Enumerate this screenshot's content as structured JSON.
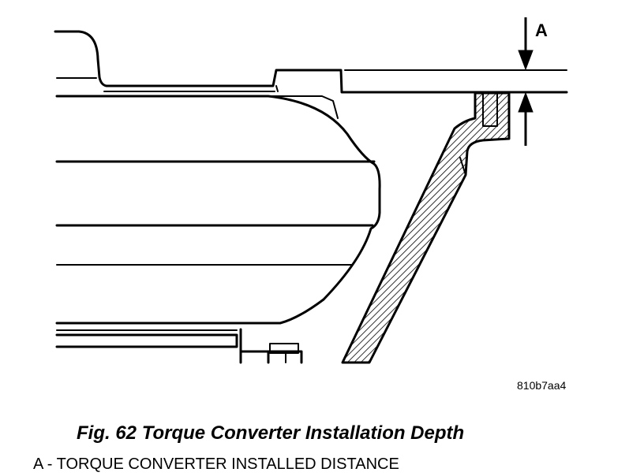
{
  "figure": {
    "dimension_label": "A",
    "code": "810b7aa4",
    "caption": "Fig. 62 Torque Converter Installation Depth",
    "legend": "A - TORQUE CONVERTER INSTALLED DISTANCE"
  },
  "colors": {
    "line": "#000000",
    "background": "#ffffff"
  }
}
